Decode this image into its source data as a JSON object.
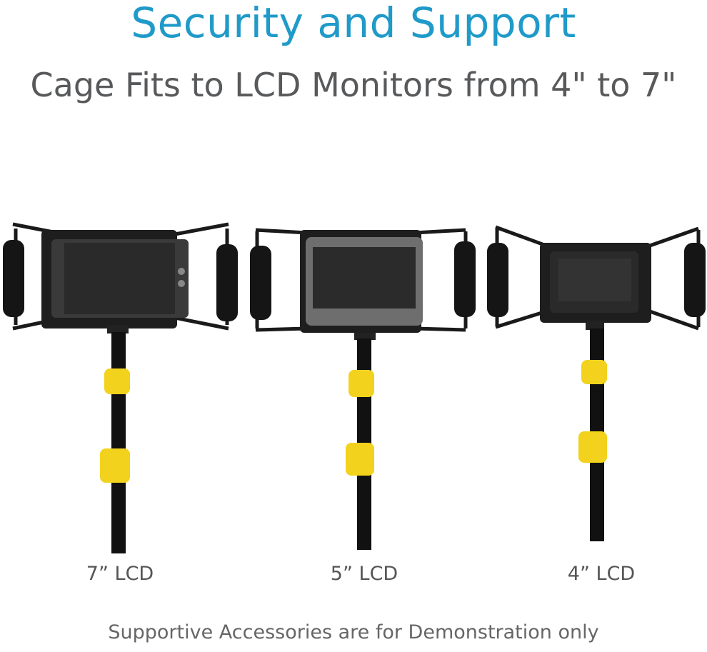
{
  "header": {
    "title": "Security and Support",
    "subtitle": "Cage Fits to LCD Monitors from 4\" to 7\""
  },
  "products": [
    {
      "caption": "7” LCD"
    },
    {
      "caption": "5” LCD"
    },
    {
      "caption": "4” LCD"
    }
  ],
  "footer": {
    "note": "Supportive Accessories are for Demonstration only"
  },
  "colors": {
    "title": "#1f9ac9",
    "subtitle": "#58595b",
    "pole": "#111111",
    "clamp": "#f2d21c",
    "grip": "#151515",
    "screen_dark": "#2b2b2b",
    "monitor_grey": "#6e6e6e"
  }
}
